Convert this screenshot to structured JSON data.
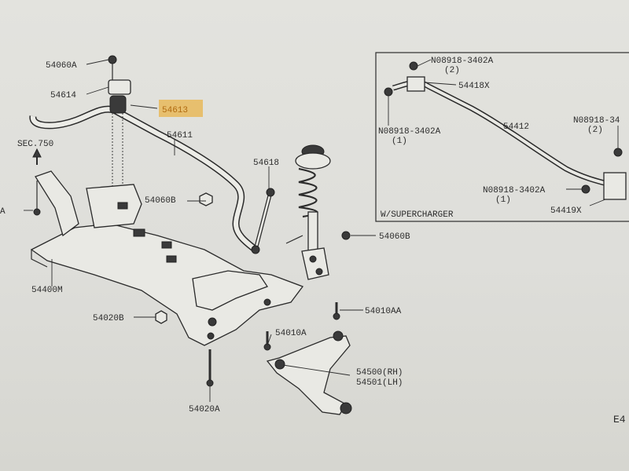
{
  "callouts": {
    "p54060A": "54060A",
    "p54614": "54614",
    "p54613": "54613",
    "p54611": "54611",
    "sec750": "SEC.750",
    "p54618": "54618",
    "p54060B_1": "54060B",
    "p54060B_2": "54060B",
    "p54400M": "54400M",
    "p54020B": "54020B",
    "p54010A": "54010A",
    "p54010AA": "54010AA",
    "p54500": "54500(RH)",
    "p54501": "54501(LH)",
    "p54020A": "54020A",
    "edge_A": "A",
    "corner_E4": "E4"
  },
  "inset": {
    "title": "W/SUPERCHARGER",
    "nut_top": "N08918-3402A",
    "nut_top_qty": "(2)",
    "bracket": "54418X",
    "nut_left": "N08918-3402A",
    "nut_left_qty": "(1)",
    "bar": "54412",
    "nut_right": "N08918-34",
    "nut_right_qty": "(2)",
    "nut_bottom": "N08918-3402A",
    "nut_bottom_qty": "(1)",
    "bracket2": "54419X"
  },
  "highlight_color": "#e7b85a"
}
